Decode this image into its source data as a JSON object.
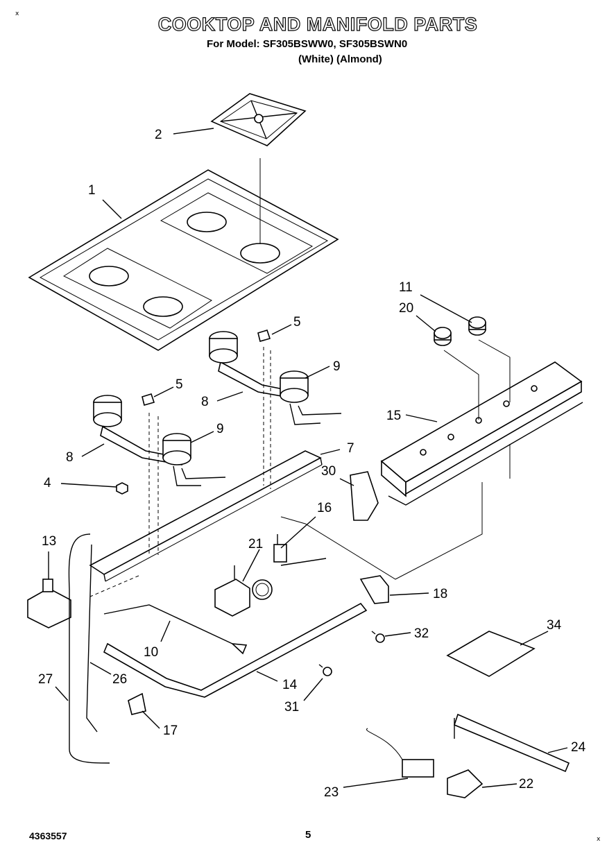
{
  "header": {
    "title": "COOKTOP AND MANIFOLD PARTS",
    "model_line": "For Model: SF305BSWW0, SF305BSWN0",
    "variants": "(White)    (Almond)"
  },
  "footer": {
    "doc_number": "4363557",
    "page_number": "5"
  },
  "corner_marks": {
    "top_left": "x",
    "bottom_right": "x"
  },
  "callouts": [
    "1",
    "2",
    "4",
    "5",
    "5",
    "7",
    "8",
    "8",
    "9",
    "9",
    "10",
    "11",
    "13",
    "14",
    "15",
    "16",
    "17",
    "18",
    "20",
    "21",
    "22",
    "23",
    "24",
    "26",
    "27",
    "30",
    "31",
    "32",
    "34"
  ]
}
